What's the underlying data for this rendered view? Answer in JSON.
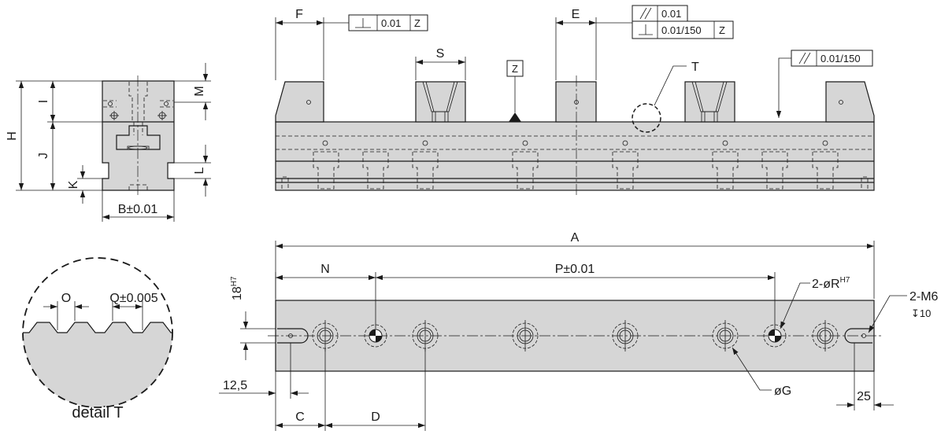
{
  "front_view": {
    "dims": {
      "F": "F",
      "E": "E",
      "S": "S"
    },
    "datum": "Z",
    "detail_callout": "T",
    "tol_perp": {
      "value": "0.01",
      "datum": "Z"
    },
    "tol_par_top": {
      "value": "0.01"
    },
    "tol_perp2": {
      "value": "0.01/150",
      "datum": "Z"
    },
    "tol_par_right": {
      "value": "0.01/150"
    }
  },
  "side_view": {
    "dims": {
      "H": "H",
      "I": "I",
      "J": "J",
      "K": "K",
      "L": "L",
      "M": "M",
      "B": "B±0.01"
    }
  },
  "top_view": {
    "dims": {
      "A": "A",
      "N": "N",
      "P": "P±0.01",
      "C": "C",
      "D": "D",
      "d125": "12,5",
      "d25": "25",
      "d18": "18",
      "d18_sup": "H7"
    },
    "callouts": {
      "R_prefix": "2-øR",
      "R_sup": "H7",
      "M6": "2-M6",
      "M6_depth": "↧10",
      "G": "øG"
    }
  },
  "detail": {
    "title": "detail  T",
    "O": "O",
    "Q": "Q±0.005"
  }
}
